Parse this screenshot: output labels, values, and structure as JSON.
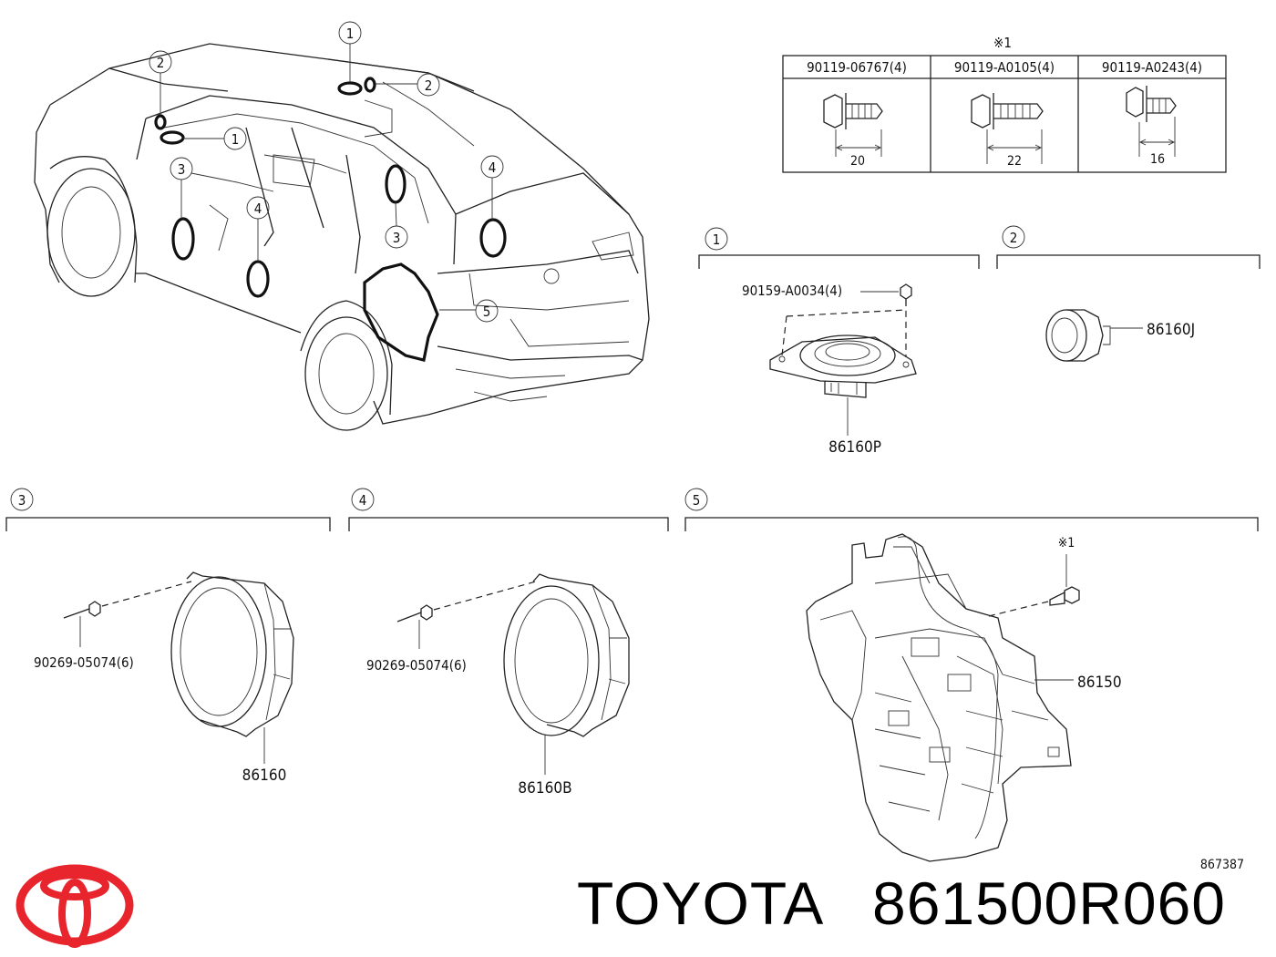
{
  "diagram": {
    "callouts": [
      "1",
      "2",
      "3",
      "4",
      "5"
    ],
    "fastener_table": {
      "note_mark": "※1",
      "columns": [
        {
          "part": "90119-06767(4)",
          "dimension": "20"
        },
        {
          "part": "90119-A0105(4)",
          "dimension": "22"
        },
        {
          "part": "90119-A0243(4)",
          "dimension": "16"
        }
      ]
    },
    "section_1": {
      "number": "1",
      "screw": "90159-A0034(4)",
      "part": "86160P"
    },
    "section_2": {
      "number": "2",
      "part": "86160J"
    },
    "section_3": {
      "number": "3",
      "screw": "90269-05074(6)",
      "part": "86160"
    },
    "section_4": {
      "number": "4",
      "screw": "90269-05074(6)",
      "part": "86160B"
    },
    "section_5": {
      "number": "5",
      "note_mark": "※1",
      "part": "86150"
    },
    "illustration_id": "867387"
  },
  "footer": {
    "brand": "TOYOTA",
    "part_number": "861500R060",
    "logo_color": "#e8242c"
  }
}
